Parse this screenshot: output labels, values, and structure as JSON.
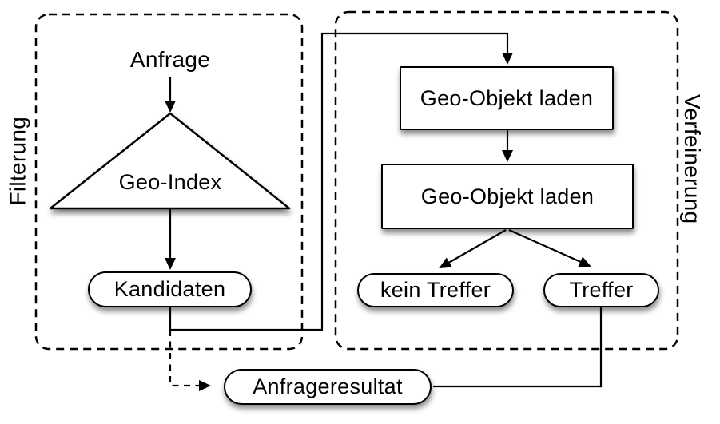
{
  "diagram": {
    "title": "Filterung / Verfeinerung query processing flow",
    "groups": {
      "filterung": {
        "label": "Filterung"
      },
      "verfeinerung": {
        "label": "Verfeinerung"
      }
    },
    "nodes": {
      "anfrage": {
        "label": "Anfrage",
        "shape": "plain-text"
      },
      "geo_index": {
        "label": "Geo-Index",
        "shape": "triangle"
      },
      "kandidaten": {
        "label": "Kandidaten",
        "shape": "pill"
      },
      "geo_objekt_laden_1": {
        "label": "Geo-Objekt laden",
        "shape": "rect"
      },
      "geo_objekt_laden_2": {
        "label": "Geo-Objekt laden",
        "shape": "rect"
      },
      "kein_treffer": {
        "label": "kein Treffer",
        "shape": "pill"
      },
      "treffer": {
        "label": "Treffer",
        "shape": "pill"
      },
      "anfrageresultat": {
        "label": "Anfrageresultat",
        "shape": "pill"
      }
    },
    "edges": [
      {
        "from": "anfrage",
        "to": "geo_index",
        "style": "solid",
        "arrow": true
      },
      {
        "from": "geo_index",
        "to": "kandidaten",
        "style": "solid",
        "arrow": true
      },
      {
        "from": "kandidaten",
        "to": "geo_objekt_laden_1",
        "style": "solid",
        "arrow": true
      },
      {
        "from": "geo_objekt_laden_1",
        "to": "geo_objekt_laden_2",
        "style": "solid",
        "arrow": true
      },
      {
        "from": "geo_objekt_laden_2",
        "to": "kein_treffer",
        "style": "solid",
        "arrow": true
      },
      {
        "from": "geo_objekt_laden_2",
        "to": "treffer",
        "style": "solid",
        "arrow": true
      },
      {
        "from": "kandidaten",
        "to": "anfrageresultat",
        "style": "dashed",
        "arrow": true
      },
      {
        "from": "treffer",
        "to": "anfrageresultat",
        "style": "solid",
        "arrow": false
      }
    ],
    "colors": {
      "stroke": "#000000",
      "node_fill": "#ffffff",
      "background": "#ffffff",
      "shadow": "rgba(0,0,0,0.45)"
    }
  }
}
